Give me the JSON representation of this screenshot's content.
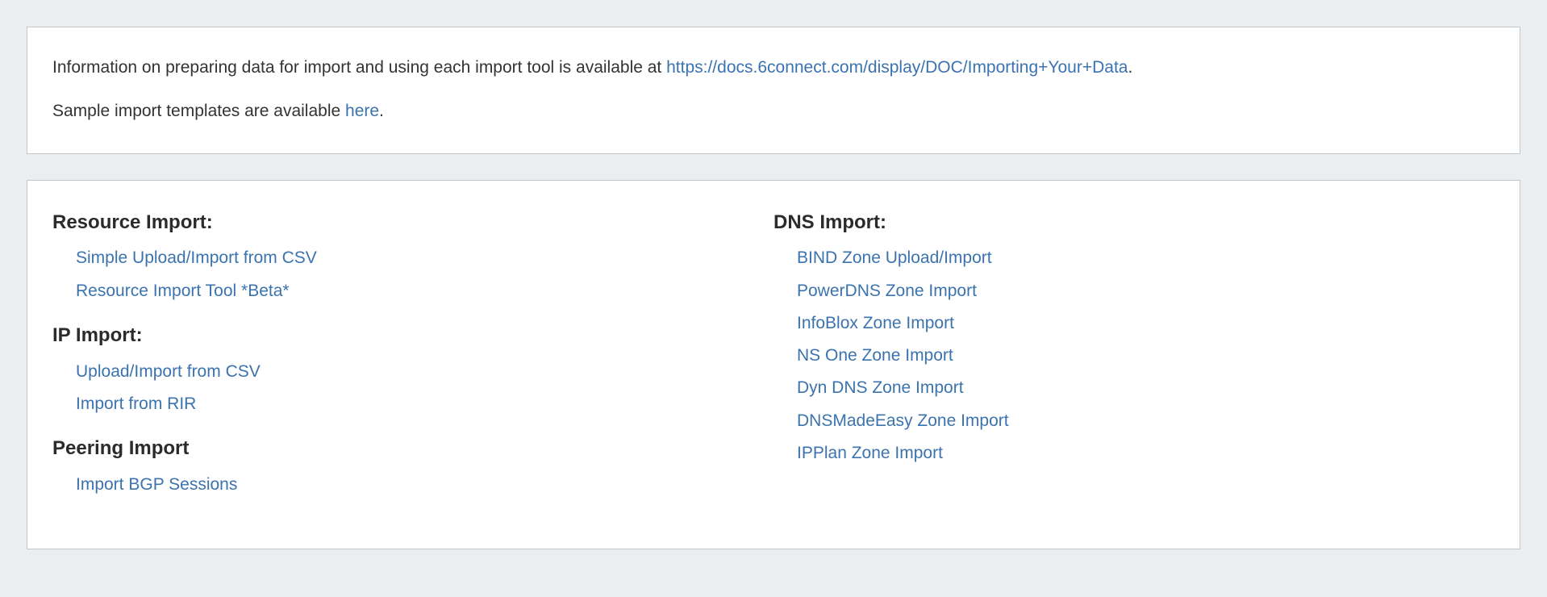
{
  "info_panel": {
    "docs_line": {
      "prefix": "Information on preparing data for import and using each import tool is available at ",
      "link": "https://docs.6connect.com/display/DOC/Importing+Your+Data",
      "suffix": "."
    },
    "templates_line": {
      "prefix": "Sample import templates are available ",
      "link": "here",
      "suffix": "."
    }
  },
  "import_panel": {
    "left": [
      {
        "heading": "Resource Import:",
        "links": [
          "Simple Upload/Import from CSV",
          "Resource Import Tool *Beta*"
        ]
      },
      {
        "heading": "IP Import:",
        "links": [
          "Upload/Import from CSV",
          "Import from RIR"
        ]
      },
      {
        "heading": "Peering Import",
        "links": [
          "Import BGP Sessions"
        ]
      }
    ],
    "right": [
      {
        "heading": "DNS Import:",
        "links": [
          "BIND Zone Upload/Import",
          "PowerDNS Zone Import",
          "InfoBlox Zone Import",
          "NS One Zone Import",
          "Dyn DNS Zone Import",
          "DNSMadeEasy Zone Import",
          "IPPlan Zone Import"
        ]
      }
    ]
  },
  "colors": {
    "background": "#eaeef0",
    "panel_border": "#c3c7c9",
    "link": "#3b73af",
    "text": "#333333"
  }
}
